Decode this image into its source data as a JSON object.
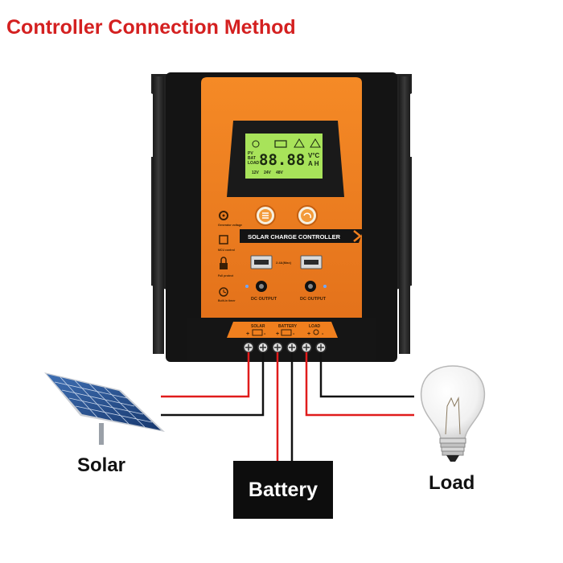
{
  "title": "Controller Connection Method",
  "controller": {
    "panel_label": "SOLAR CHARGE CONTROLLER",
    "lcd": {
      "row_labels": [
        "PV",
        "BAT",
        "LOAD"
      ],
      "digits": "88.88",
      "units_top": "V°C",
      "units_bottom": "A H",
      "voltages": [
        "12V",
        "24V",
        "48V"
      ]
    },
    "side_labels": [
      "Generator voltage",
      "MCU control",
      "Full protect",
      "Built-in timer"
    ],
    "usb_rating": "2.4A(Max)",
    "dc_output_labels": [
      "DC OUTPUT",
      "DC OUTPUT"
    ],
    "terminal_labels": [
      "SOLAR",
      "BATTERY",
      "LOAD"
    ],
    "terminal_signs": [
      "+",
      "-"
    ]
  },
  "labels": {
    "solar": "Solar",
    "battery": "Battery",
    "load": "Load"
  },
  "colors": {
    "title": "#d42020",
    "orange": "#f07f1e",
    "wire_red": "#e01c1c",
    "wire_black": "#111111",
    "lcd": "#a8e35a"
  },
  "icons": {
    "menu_button": "menu-icon",
    "back_button": "return-icon",
    "solar": "solar-panel-icon",
    "load": "light-bulb-icon"
  }
}
